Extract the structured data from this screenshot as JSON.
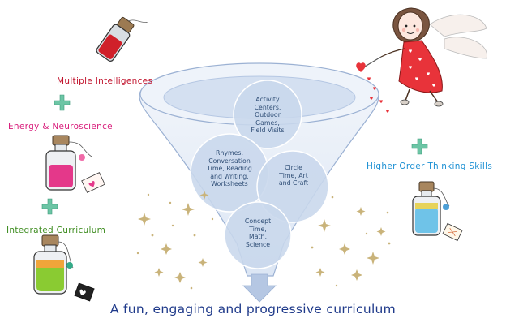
{
  "labels": {
    "multiple_intelligences": "Multiple Intelligences",
    "energy_neuroscience": "Energy & Neuroscience",
    "integrated_curriculum": "Integrated Curriculum",
    "higher_order_thinking": "Higher Order Thinking Skills"
  },
  "circles": {
    "top": [
      "Activity",
      "Centers,",
      "Outdoor",
      "Games,",
      "Field Visits"
    ],
    "left": [
      "Rhymes,",
      "Conversation",
      "Time, Reading",
      "and Writing,",
      "Worksheets"
    ],
    "right": [
      "Circle",
      "Time, Art",
      "and Craft"
    ],
    "bottom": [
      "Concept",
      "Time,",
      "Math,",
      "Science"
    ]
  },
  "tagline": "A fun, engaging and progressive curriculum",
  "colors": {
    "red_label": "#c0102a",
    "pink_label": "#d81b7a",
    "green_label": "#3d8c1f",
    "blue_label": "#1a8fd3",
    "tagline": "#1f3a8a",
    "funnel": "#dfe8f5",
    "circle": "#c8d7ec",
    "arrow": "#b5c7e3",
    "plus": "#6cc5a5"
  },
  "icons": [
    "potion-bottle-red-icon",
    "potion-bottle-pink-icon",
    "potion-bottle-green-icon",
    "potion-bottle-blue-icon",
    "plus-icon",
    "fairy-girl-icon",
    "sparkle-icon",
    "down-arrow-icon"
  ]
}
